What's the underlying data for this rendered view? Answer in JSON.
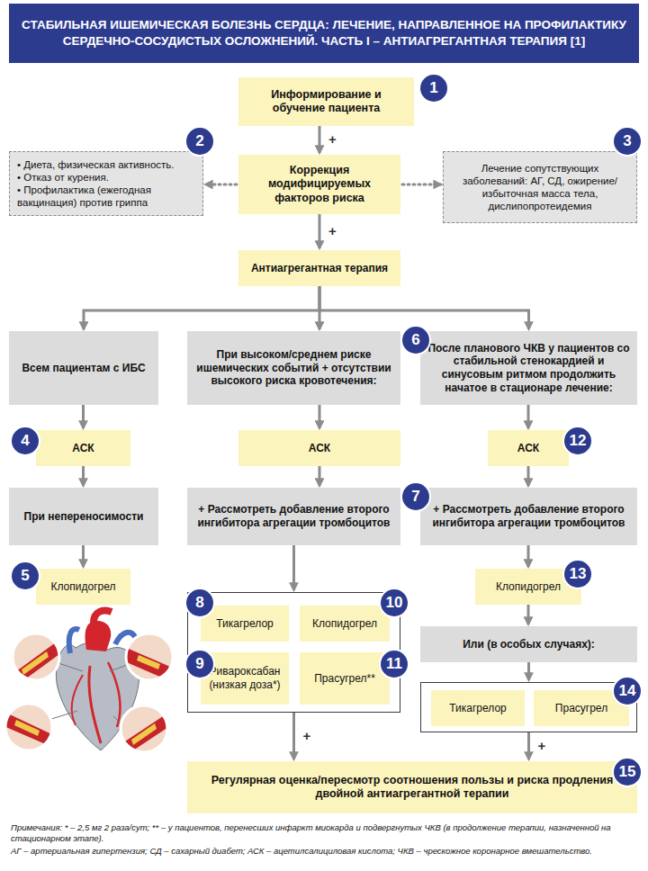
{
  "diagram": {
    "title": "СТАБИЛЬНАЯ ИШЕМИЧЕСКАЯ БОЛЕЗНЬ СЕРДЦА: ЛЕЧЕНИЕ, НАПРАВЛЕННОЕ НА ПРОФИЛАКТИКУ СЕРДЕЧНО-СОСУДИСТЫХ ОСЛОЖНЕНИЙ. ЧАСТЬ I – АНТИАГРЕГАНТНАЯ ТЕРАПИЯ [1]",
    "nodes": [
      {
        "text": [
          "Информирование и обучение пациента"
        ]
      },
      {
        "text": [
          "• Диета, физическая активность.",
          "• Отказ от курения.",
          "• Профилактика (ежегодная вакцинация) против гриппа"
        ]
      },
      {
        "text": [
          "Коррекция модифицируемых факторов риска"
        ]
      },
      {
        "text": [
          "Лечение сопутствующих заболеваний: АГ, СД, ожирение/избыточная масса тела, дислипопротеидемия"
        ]
      },
      {
        "text": [
          "Антиагрегантная терапия"
        ]
      },
      {
        "text": [
          "Всем пациентам с ИБС"
        ]
      },
      {
        "text": [
          "При высоком/среднем риске ишемических событий + отсутствии высокого риска кровотечения:"
        ]
      },
      {
        "text": [
          "После планового ЧКВ у пациентов со стабильной стенокардией и синусовым ритмом продолжить начатое в стационаре лечение:"
        ]
      },
      {
        "text": [
          "АСК"
        ]
      },
      {
        "text": [
          "АСК"
        ]
      },
      {
        "text": [
          "АСК"
        ]
      },
      {
        "text": [
          "При непереносимости"
        ]
      },
      {
        "text": [
          "+ Рассмотреть добавление второго ингибитора агрегации тромбоцитов"
        ]
      },
      {
        "text": [
          "+ Рассмотреть добавление второго ингибитора агрегации тромбоцитов"
        ]
      },
      {
        "text": [
          "Клопидогрел"
        ]
      },
      {
        "text": [
          "Клопидогрел"
        ]
      },
      {
        "text": []
      },
      {
        "text": [
          "Тикагрелор"
        ],
        "in": 16
      },
      {
        "text": [
          "Клопидогрел"
        ],
        "in": 16
      },
      {
        "text": [
          "Ривароксабан (низкая доза*)"
        ],
        "in": 16
      },
      {
        "text": [
          "Прасугрел**"
        ],
        "in": 16
      },
      {
        "text": [
          "Или (в особых случаях):"
        ]
      },
      {
        "text": []
      },
      {
        "text": [
          "Тикагрелор"
        ],
        "in": 22
      },
      {
        "text": [
          "Прасугрел"
        ],
        "in": 22
      },
      {
        "text": [
          "Регулярная оценка/пересмотр соотношения пользы и риска продления двойной антиагрегантной терапии"
        ]
      }
    ],
    "edges": [
      {
        "from": 0,
        "to": 2,
        "arrow": "to",
        "label": "+"
      },
      {
        "from": 2,
        "to": 1,
        "arrow": "to"
      },
      {
        "from": 2,
        "to": 3,
        "arrow": "to"
      },
      {
        "from": 2,
        "to": 4,
        "arrow": "to",
        "label": "+"
      },
      {
        "from": 4,
        "to": 5,
        "arrow": "to"
      },
      {
        "from": 4,
        "to": 6,
        "arrow": "to"
      },
      {
        "from": 4,
        "to": 7,
        "arrow": "to"
      },
      {
        "from": 5,
        "to": 8,
        "arrow": "to"
      },
      {
        "from": 6,
        "to": 9,
        "arrow": "to"
      },
      {
        "from": 7,
        "to": 10,
        "arrow": "to"
      },
      {
        "from": 8,
        "to": 11,
        "arrow": "to"
      },
      {
        "from": 11,
        "to": 14,
        "arrow": "to"
      },
      {
        "from": 9,
        "to": 12,
        "arrow": "to"
      },
      {
        "from": 12,
        "to": 16,
        "arrow": "to"
      },
      {
        "from": 10,
        "to": 13,
        "arrow": "to"
      },
      {
        "from": 13,
        "to": 15,
        "arrow": "to"
      },
      {
        "from": 15,
        "to": 21,
        "arrow": "to"
      },
      {
        "from": 21,
        "to": 22,
        "arrow": "to"
      },
      {
        "from": 16,
        "to": 25,
        "arrow": "to",
        "label": "+"
      },
      {
        "from": 22,
        "to": 25,
        "arrow": "to",
        "label": "+"
      }
    ],
    "labels": [
      "1",
      "2",
      "3",
      "4",
      "5",
      "6",
      "7",
      "8",
      "9",
      "10",
      "11",
      "12",
      "13",
      "14",
      "15",
      "Примечания: * – 2,5 мг 2 раза/сут; ** – у пациентов, перенесших инфаркт миокарда и подвергнутых ЧКВ (в продолжение терапии, назначенной на стационарном этапе).",
      "АГ – артериальная гипертензия; СД – сахарный диабет; АСК – ацетилсалициловая кислота; ЧКВ – чрескожное коронарное вмешательство."
    ]
  }
}
